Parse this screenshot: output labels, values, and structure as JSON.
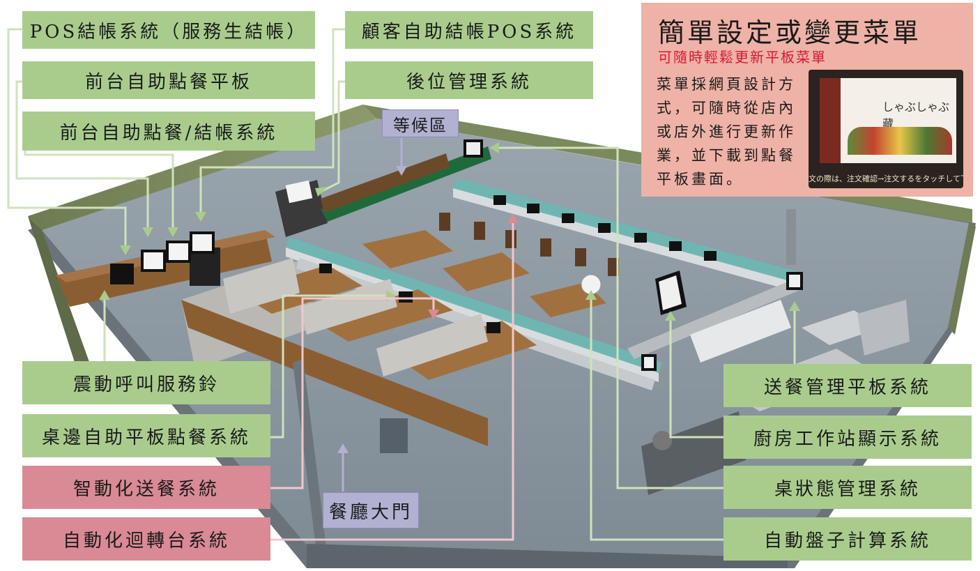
{
  "labels": {
    "pos_waiter": "POS結帳系統（服務生結帳）",
    "front_tablet": "前台自助點餐平板",
    "front_checkout": "前台自助點餐/結帳系統",
    "self_pos": "顧客自助結帳POS系統",
    "backend": "後位管理系統",
    "waiting_area": "等候區",
    "vibrating_bell": "震動呼叫服務鈴",
    "tableside_tablet": "桌邊自助平板點餐系統",
    "auto_delivery": "智動化送餐系統",
    "auto_carousel": "自動化迴轉台系統",
    "entrance": "餐廳大門",
    "delivery_tablet": "送餐管理平板系統",
    "kitchen_display": "廚房工作站顯示系統",
    "table_status": "桌狀態管理系統",
    "plate_counter": "自動盤子計算系統"
  },
  "info_panel": {
    "title": "簡單設定或變更菜單",
    "subtitle": "可隨時輕鬆更新平板菜單",
    "body": "菜單採網頁設計方式，可隨時從店內或店外進行更新作業，並下載到點餐平板畫面。",
    "tablet_logo": "しゃぶしゃぶ藏",
    "tablet_caption": "文の際は、注文確認→注文するをタッチして下さ"
  },
  "colors": {
    "label_green": "#a9cc8d",
    "label_pink": "#d98a94",
    "label_purple": "#b3b1d2",
    "panel_bg": "#eeb2a6",
    "subtitle_red": "#d8173c",
    "floor": "#8f9aa3",
    "wall": "#7d8a5e",
    "wood": "#a0713f",
    "conveyor": "#6fb6b3"
  }
}
